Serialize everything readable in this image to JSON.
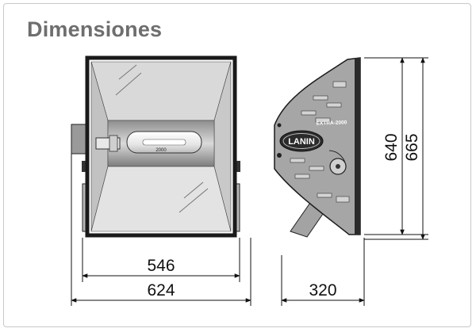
{
  "page": {
    "title": "Dimensiones"
  },
  "product": {
    "brand": "LANIN",
    "model": "EXTRA-2000",
    "lamp_label": "2000"
  },
  "dimensions": {
    "front_inner_width": "546",
    "front_outer_width": "624",
    "side_depth": "320",
    "height_inner": "640",
    "height_outer": "665"
  },
  "colors": {
    "title": "#6e6e6e",
    "body": "#a6a6a6",
    "frame": "#1a1a1a"
  }
}
